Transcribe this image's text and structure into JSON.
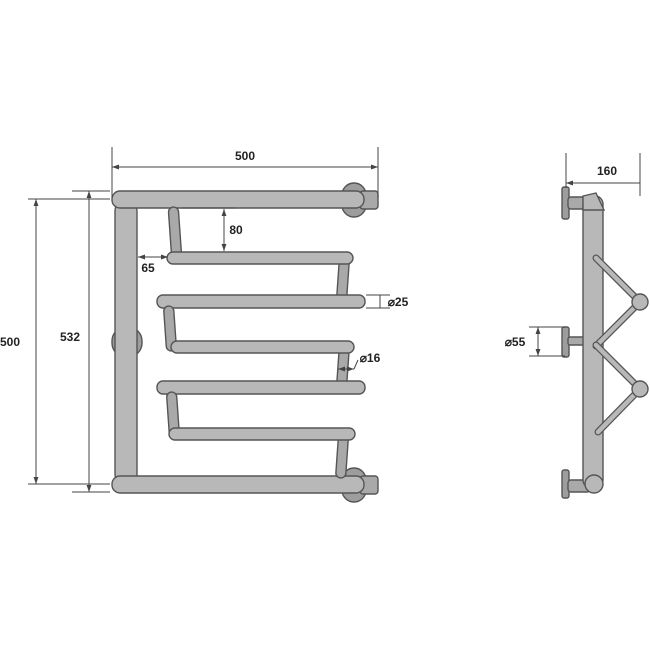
{
  "drawing": {
    "front_view": {
      "width_label": "500",
      "height_outer_label": "500",
      "height_inner_label": "532",
      "bar_spacing_label": "80",
      "offset_label": "65",
      "tube_diameter_label": "⌀25",
      "small_tube_diameter_label": "⌀16"
    },
    "side_view": {
      "depth_label": "160",
      "flange_diameter_label": "⌀55"
    }
  }
}
